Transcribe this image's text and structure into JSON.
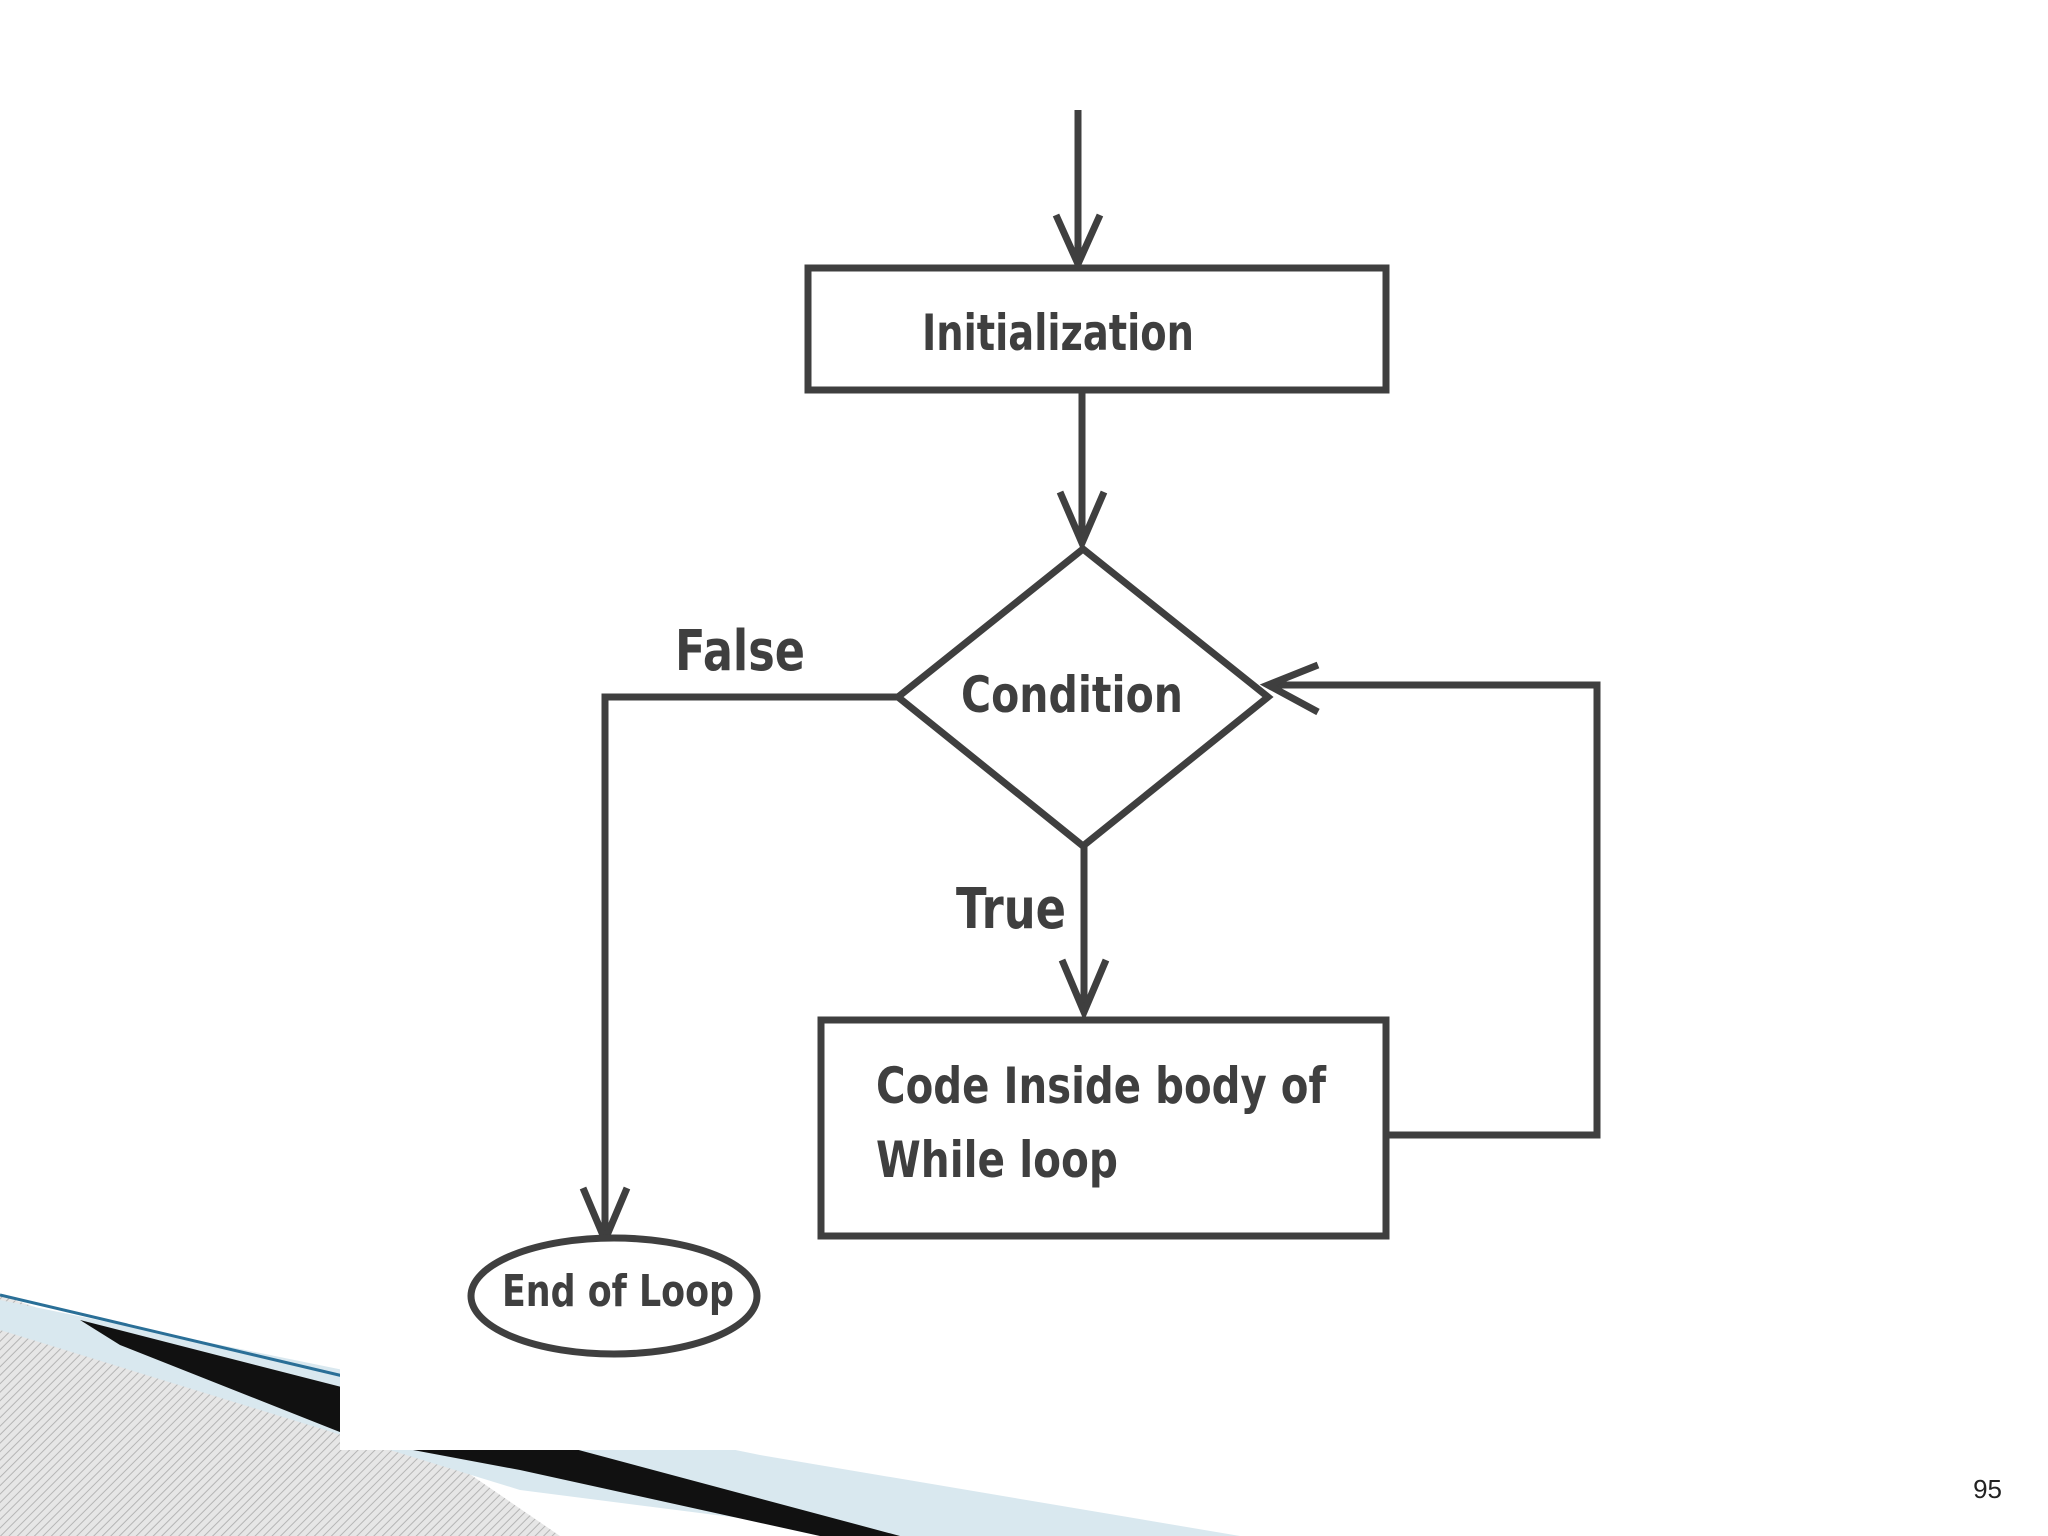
{
  "slide": {
    "page_number": "95"
  },
  "flowchart": {
    "nodes": {
      "initialization": {
        "label": "Initialization"
      },
      "condition": {
        "label": "Condition"
      },
      "loop_body": {
        "line1": "Code Inside body of",
        "line2": "While loop"
      },
      "end": {
        "label": "End of Loop"
      }
    },
    "edges": {
      "false_label": "False",
      "true_label": "True"
    }
  },
  "colors": {
    "stroke": "#3f3f3f",
    "decor_light_blue": "#d9e8ef",
    "decor_dark": "#111111",
    "decor_hatch": "#c8c8c8",
    "decor_blue_line": "#2a6f97"
  }
}
